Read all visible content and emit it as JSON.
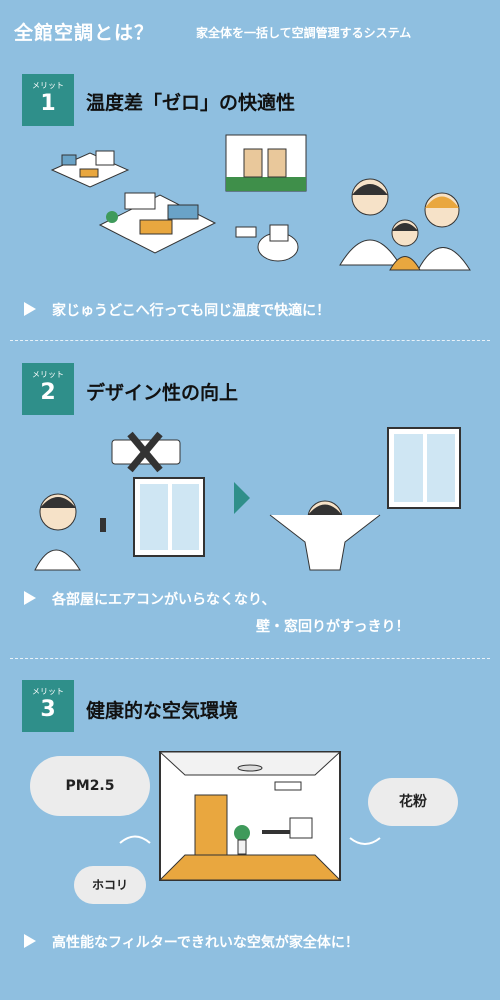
{
  "header": {
    "title": "全館空調とは？",
    "subtitle": "家全体を一括して空調管理するシステム"
  },
  "merits": [
    {
      "label": "メリット",
      "number": "1",
      "title": "温度差「ゼロ」の快適性",
      "bullet": "家じゅうどこへ行っても同じ温度で快適に！"
    },
    {
      "label": "メリット",
      "number": "2",
      "title": "デザイン性の向上",
      "bullet_line1": "各部屋にエアコンがいらなくなり、",
      "bullet_line2": "壁・窓回りがすっきり！"
    },
    {
      "label": "メリット",
      "number": "3",
      "title": "健康的な空気環境",
      "bullet": "高性能なフィルターできれいな空気が家全体に！",
      "clouds": {
        "pm": "PM2.5",
        "dust": "ホコリ",
        "pollen": "花粉"
      }
    }
  ],
  "colors": {
    "background": "#8fbfe0",
    "accent": "#2f8f8a"
  }
}
